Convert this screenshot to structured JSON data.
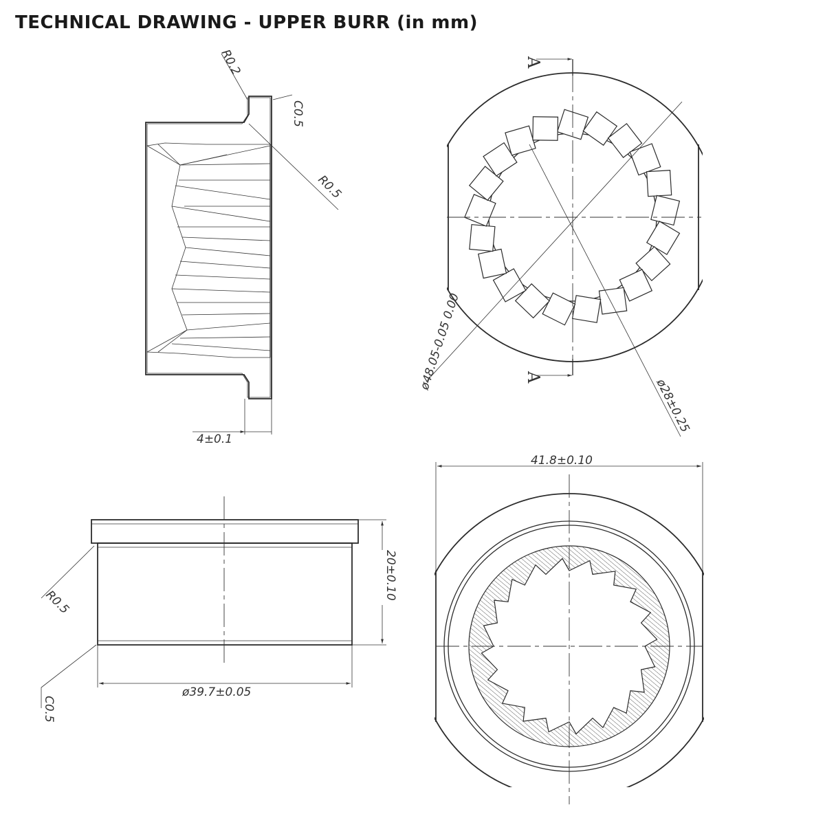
{
  "title": "TECHNICAL DRAWING - UPPER BURR (in mm)",
  "dimensions": {
    "side_r02": "R0.2",
    "side_c05": "C0.5",
    "side_r05": "R0.5",
    "flange_thickness": "4±0.1",
    "section_mark": "A",
    "outer_diameter": "ø48.05-0.05 0.00",
    "inner_diameter": "ø28±0.25",
    "front_r05": "R0.5",
    "front_c05": "C0.5",
    "height": "20±0.10",
    "body_diameter": "ø39.7±0.05",
    "flat_width": "41.8±0.10"
  },
  "colors": {
    "line": "#2b2b2b",
    "background": "#ffffff"
  }
}
